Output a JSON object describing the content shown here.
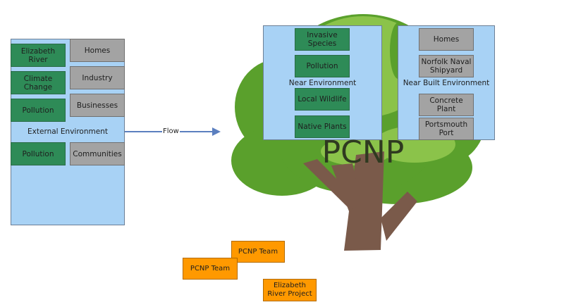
{
  "external": {
    "label": "External Environment",
    "green": [
      "Elizabeth River",
      "Climate Change",
      "Pollution",
      "Pollution"
    ],
    "gray": [
      "Homes",
      "Industry",
      "Businesses",
      "Communities"
    ]
  },
  "flow_label": "Flow",
  "tree_title": "PCNP",
  "near": {
    "label": "Near Environment",
    "items": [
      "Invasive Species",
      "Pollution",
      "Local Wildlife",
      "Native Plants"
    ]
  },
  "built": {
    "label": "Near Built Environment",
    "items": [
      "Homes",
      "Norfolk Naval Shipyard",
      "Concrete Plant",
      "Portsmouth Port"
    ]
  },
  "team": [
    "PCNP Team",
    "PCNP Team",
    "Elizabeth River Project"
  ],
  "colors": {
    "green": "#2e8b57",
    "gray": "#a3a3a3",
    "panel": "#a8d2f5",
    "orange": "#ff9900",
    "arrow": "#5b7fbf",
    "leaf_dark": "#5aa02c",
    "leaf_light": "#8bc34a",
    "trunk": "#7a5a4a"
  }
}
